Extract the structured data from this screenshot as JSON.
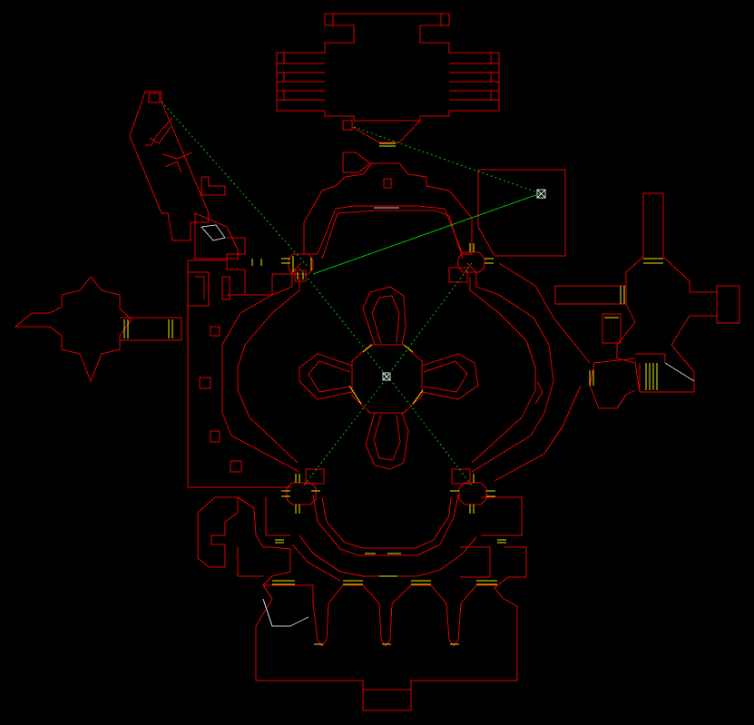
{
  "colors": {
    "background": "#000000",
    "wall": "#e00000",
    "floor_step": "#c8a000",
    "door": "#e8e800",
    "teleport_line": "#00c000",
    "marker": "#e0e0e0"
  },
  "map": {
    "view": "automap",
    "markers": [
      {
        "name": "center-marker"
      },
      {
        "name": "northeast-marker"
      }
    ]
  }
}
